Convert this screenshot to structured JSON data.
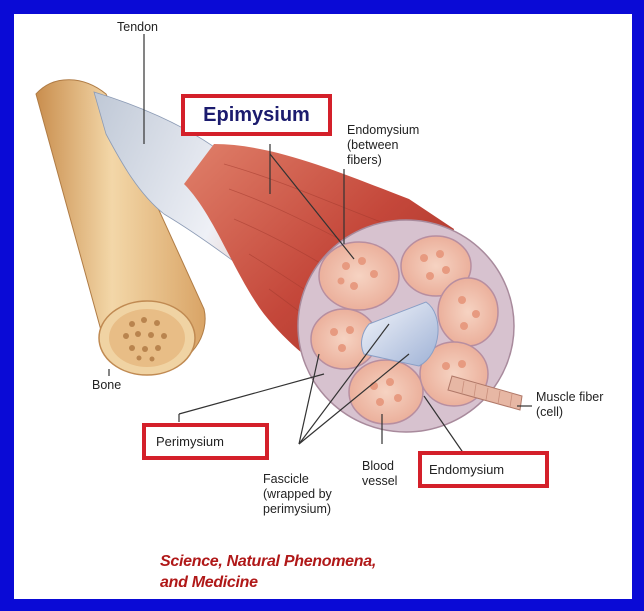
{
  "labels": {
    "tendon": "Tendon",
    "epimysium": "Epimysium",
    "endomysium_between": "Endomysium\n(between\nfibers)",
    "bone": "Bone",
    "muscle_fiber": "Muscle fiber\n(cell)",
    "perimysium": "Perimysium",
    "fascicle": "Fascicle\n(wrapped by\nperimysium)",
    "blood_vessel": "Blood\nvessel",
    "endomysium": "Endomysium"
  },
  "credit": {
    "line1": "Science, Natural Phenomena,",
    "line2": "and Medicine"
  },
  "colors": {
    "border": "#0a0ad6",
    "highlight_box": "#d4202a",
    "muscle": "#c0493a",
    "bone": "#e8c38f",
    "credit_text": "#b01818"
  }
}
